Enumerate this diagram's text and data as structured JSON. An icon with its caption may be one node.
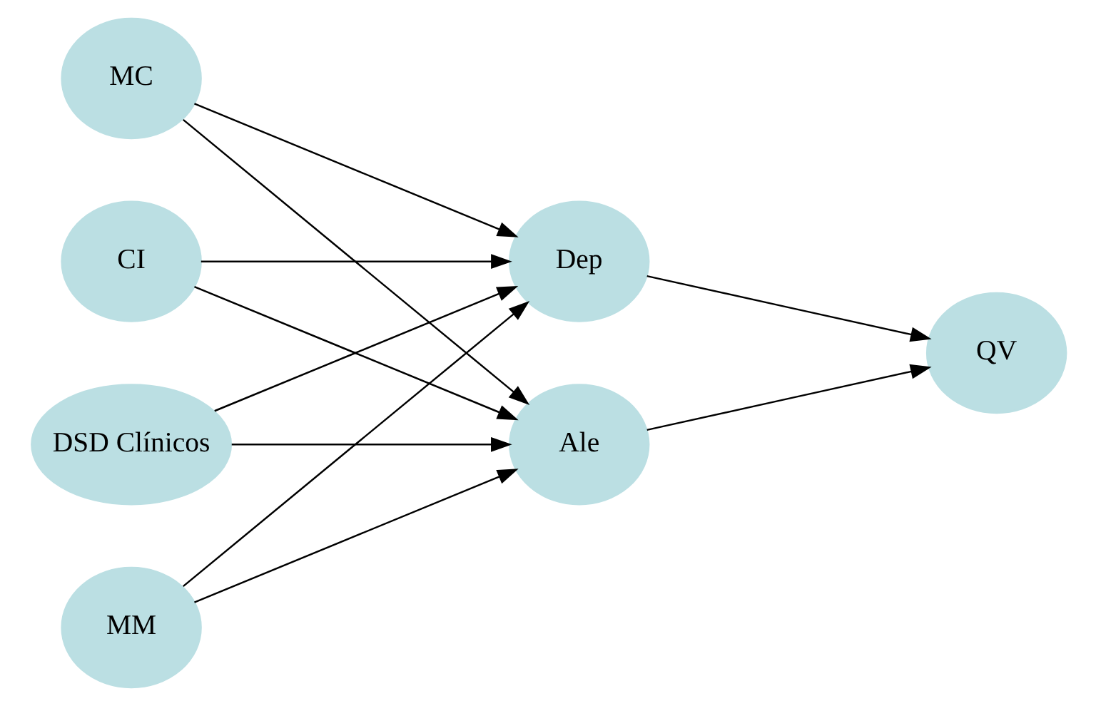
{
  "diagram": {
    "nodes": [
      {
        "text": [
          "DSD Clínicos"
        ]
      },
      {
        "text": [
          "MM"
        ]
      },
      {
        "text": [
          "MC"
        ]
      },
      {
        "text": [
          "CI"
        ]
      },
      {
        "text": [
          "Dep"
        ]
      },
      {
        "text": [
          "Ale"
        ]
      },
      {
        "text": [
          "QV"
        ]
      }
    ],
    "edges": [
      {
        "from": 0,
        "to": 4,
        "arrow": "to"
      },
      {
        "from": 0,
        "to": 5,
        "arrow": "to"
      },
      {
        "from": 1,
        "to": 4,
        "arrow": "to"
      },
      {
        "from": 1,
        "to": 5,
        "arrow": "to"
      },
      {
        "from": 2,
        "to": 4,
        "arrow": "to"
      },
      {
        "from": 2,
        "to": 5,
        "arrow": "to"
      },
      {
        "from": 3,
        "to": 4,
        "arrow": "to"
      },
      {
        "from": 3,
        "to": 5,
        "arrow": "to"
      },
      {
        "from": 4,
        "to": 6,
        "arrow": "to"
      },
      {
        "from": 5,
        "to": 6,
        "arrow": "to"
      }
    ]
  }
}
